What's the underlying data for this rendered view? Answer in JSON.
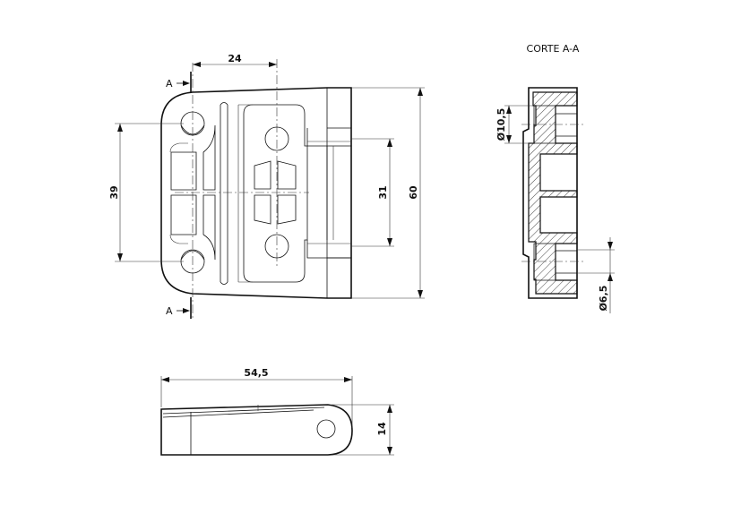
{
  "section_title": "CORTE A-A",
  "section_marks": {
    "top": "A",
    "bottom": "A"
  },
  "dimensions": {
    "front_width": "24",
    "hole_pitch_outer": "39",
    "hole_pitch_inner": "31",
    "height_total": "60",
    "length_side": "54,5",
    "thickness_side": "14",
    "counterbore_dia": "Ø10,5",
    "hole_dia": "Ø6,5"
  }
}
